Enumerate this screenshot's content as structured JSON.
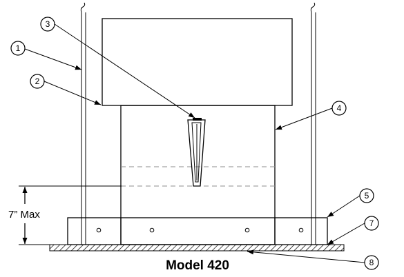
{
  "caption": "Model 420",
  "dimension": {
    "label": "7” Max"
  },
  "callouts": [
    {
      "id": "1",
      "label": "1"
    },
    {
      "id": "2",
      "label": "2"
    },
    {
      "id": "3",
      "label": "3"
    },
    {
      "id": "4",
      "label": "4"
    },
    {
      "id": "5",
      "label": "5"
    },
    {
      "id": "7",
      "label": "7"
    },
    {
      "id": "8",
      "label": "8"
    }
  ]
}
